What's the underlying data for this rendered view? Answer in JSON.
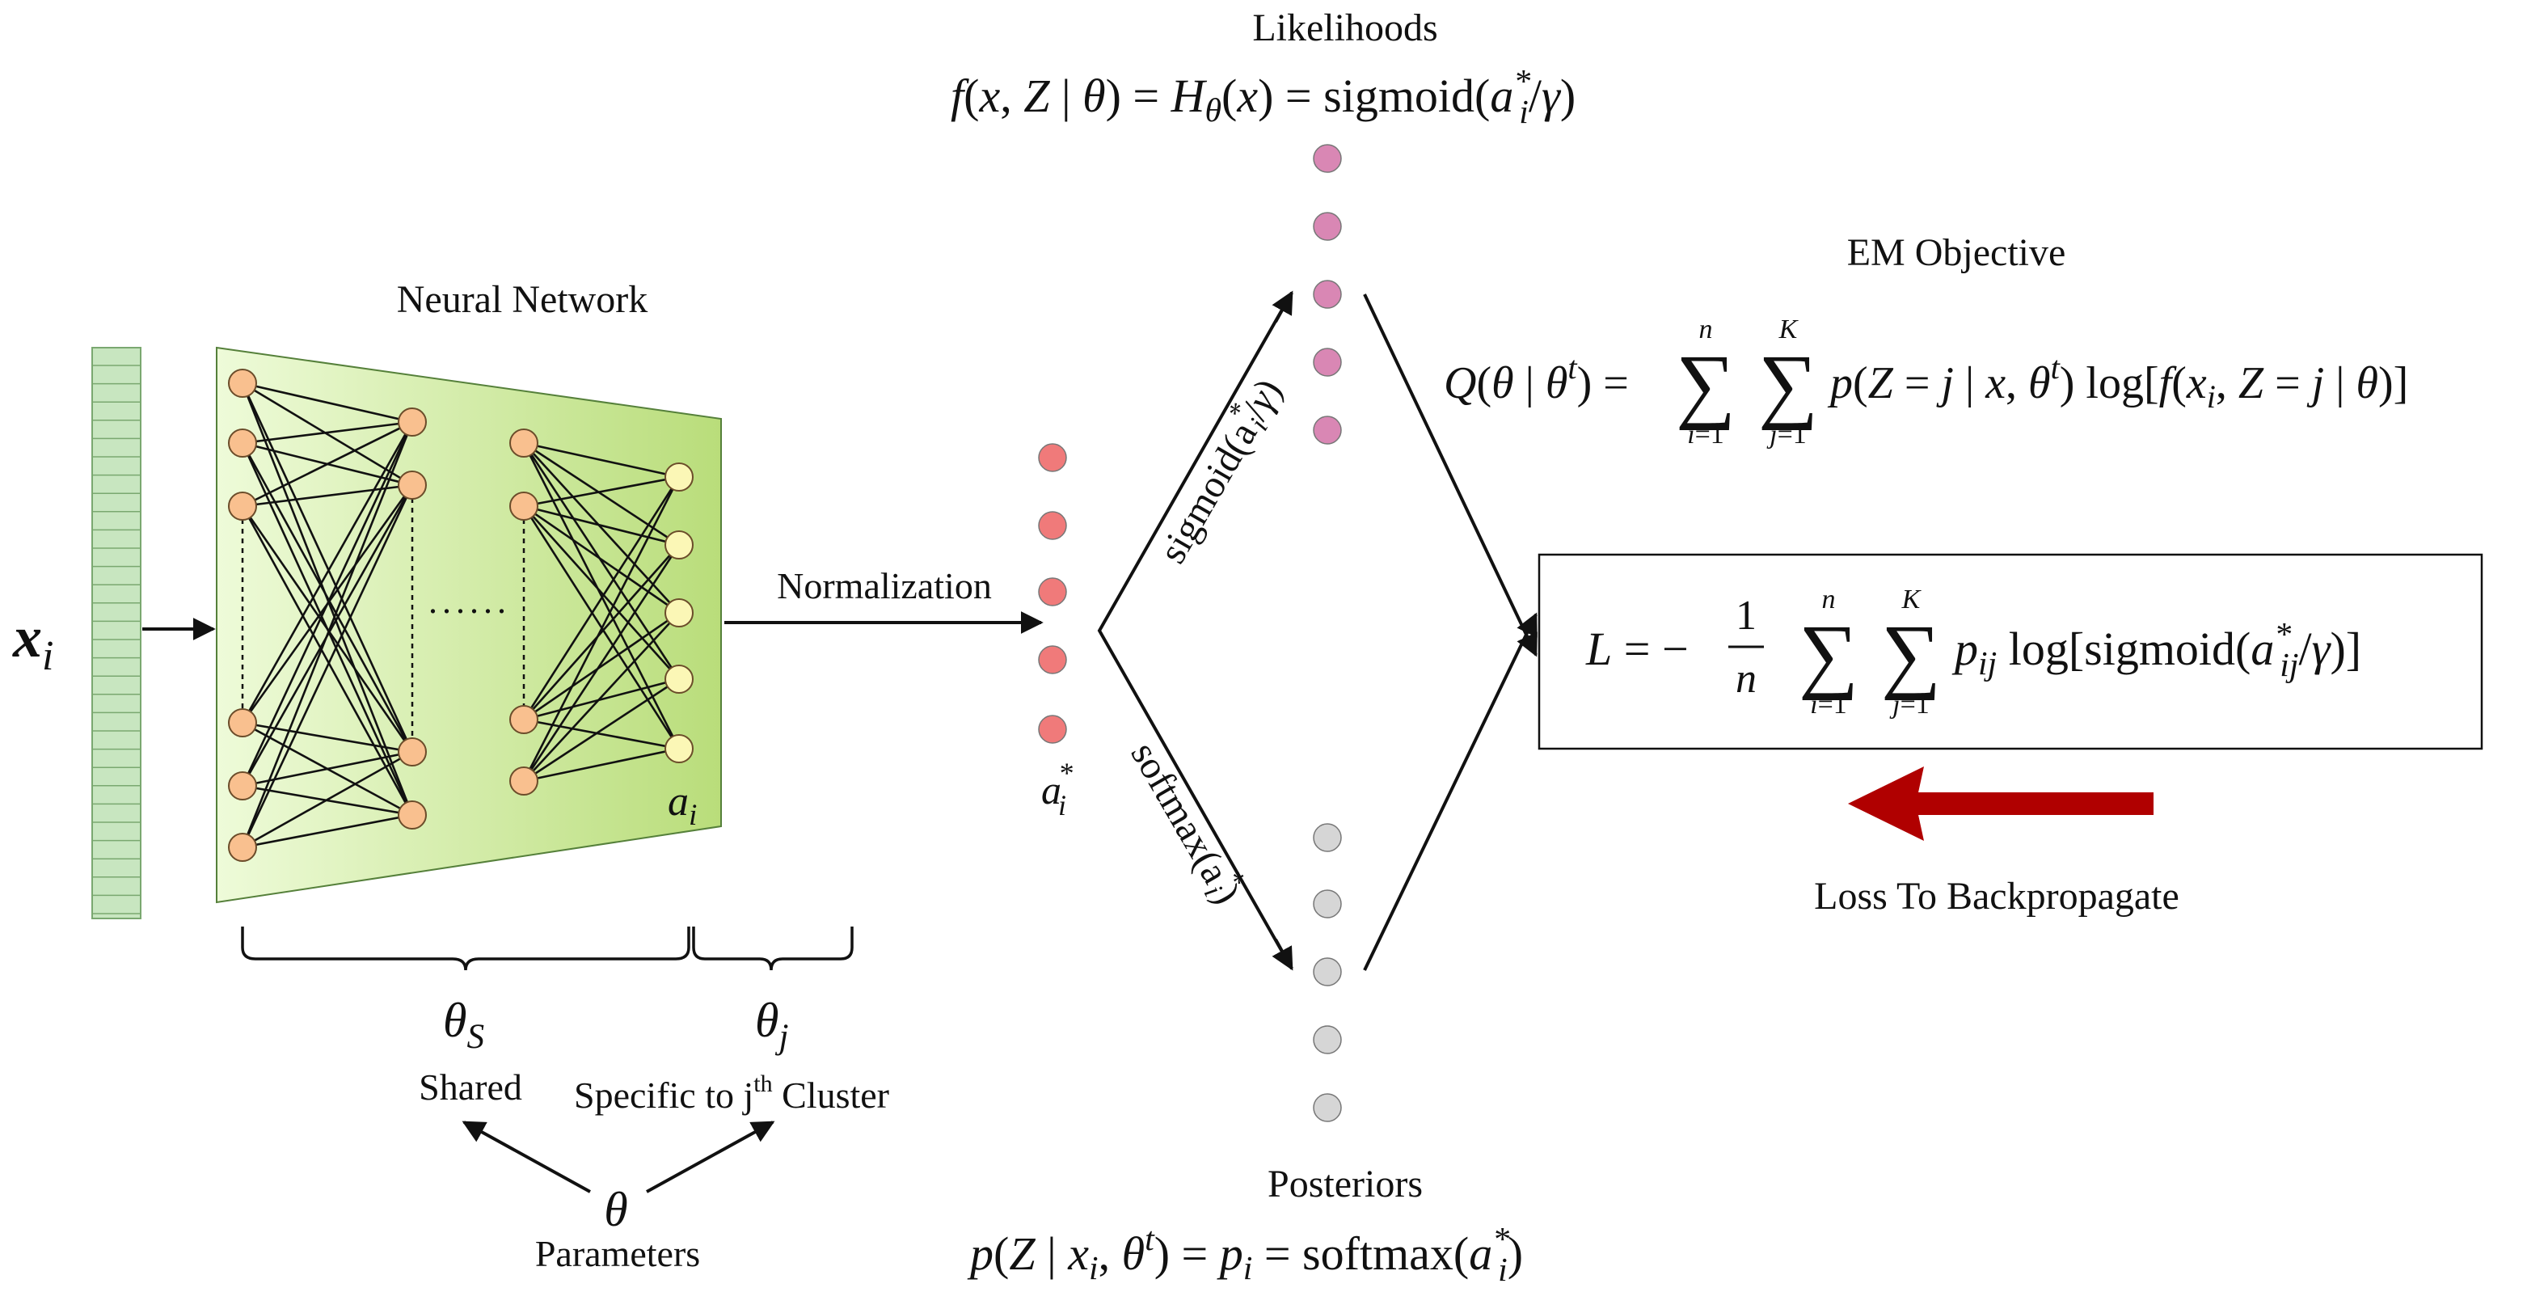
{
  "input": {
    "symbol": "x",
    "subscript": "i"
  },
  "network": {
    "title": "Neural Network",
    "output_symbol": "a",
    "output_subscript": "i"
  },
  "edges": {
    "normalization": "Normalization",
    "sigmoid_text": "sigmoid(a",
    "softmax_text": "softmax(a"
  },
  "normalized": {
    "symbol": "a",
    "subscript": "i",
    "superscript": "*"
  },
  "likelihoods": {
    "title": "Likelihoods",
    "formula": "f(x, Z | θ) = H_θ(x) = sigmoid(a*_i / γ)"
  },
  "posteriors": {
    "title": "Posteriors",
    "formula": "p(Z | x_i, θ^t) = p_i = softmax(a*_i)"
  },
  "em": {
    "title": "EM Objective",
    "formula": "Q(θ | θ^t) = Σ_{i=1}^{n} Σ_{j=1}^{K} p(Z = j | x, θ^t) log[f(x_i, Z = j | θ)]"
  },
  "loss": {
    "formula": "L = −(1/n) Σ_{i=1}^{n} Σ_{j=1}^{K} p_ij log[sigmoid(a*_ij / γ)]",
    "backprop_label": "Loss To Backpropagate"
  },
  "params": {
    "shared_symbol": "θ",
    "shared_sub": "S",
    "specific_symbol": "θ",
    "specific_sub": "j",
    "shared_label": "Shared",
    "specific_label": "Specific to j",
    "specific_sup": "th",
    "specific_tail": " Cluster",
    "theta_symbol": "θ",
    "parameters_label": "Parameters"
  },
  "colors": {
    "input_fill": "#c8e6c0",
    "input_stroke": "#7aa870",
    "net_fill_left": "#eefbd9",
    "net_fill_right": "#b9dd7a",
    "net_stroke": "#55803a",
    "node_orange": "#f9c08f",
    "node_yellow": "#fbf7b6",
    "node_stroke": "#6b4c2a",
    "dot_red": "#f07a7a",
    "dot_pink": "#d987b4",
    "dot_gray": "#d6d6d6",
    "backprop_arrow": "#b00000"
  }
}
